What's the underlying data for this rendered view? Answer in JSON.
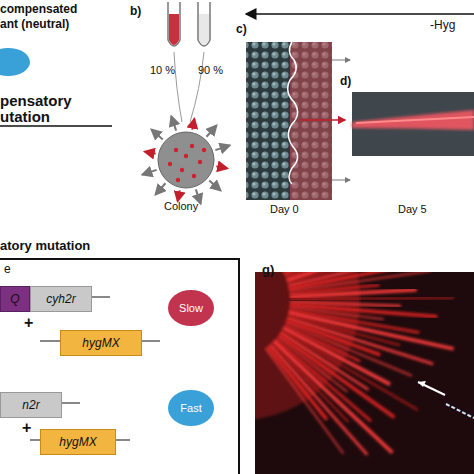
{
  "diagram": {
    "nodes": [
      {
        "text": [
          "e"
        ]
      },
      {
        "text": [
          "Q"
        ],
        "in": 0
      },
      {
        "text": [
          "cyh2r"
        ],
        "in": 0
      },
      {
        "text": [
          "hygMX"
        ],
        "in": 0
      },
      {
        "text": [
          "Slow"
        ],
        "in": 0
      },
      {
        "text": [
          "n2r"
        ],
        "in": 0
      },
      {
        "text": [
          "hygMX"
        ],
        "in": 0
      },
      {
        "text": [
          "Fast"
        ],
        "in": 0
      }
    ],
    "labels": [
      "compensated",
      "ant (neutral)",
      "pensatory",
      "utation",
      "b)",
      "10 %",
      "90 %",
      "Colony",
      "c)",
      "-Hyg",
      "Day 0",
      "d)",
      "Day 5",
      "atory mutation",
      "+",
      "+",
      "g)"
    ]
  }
}
